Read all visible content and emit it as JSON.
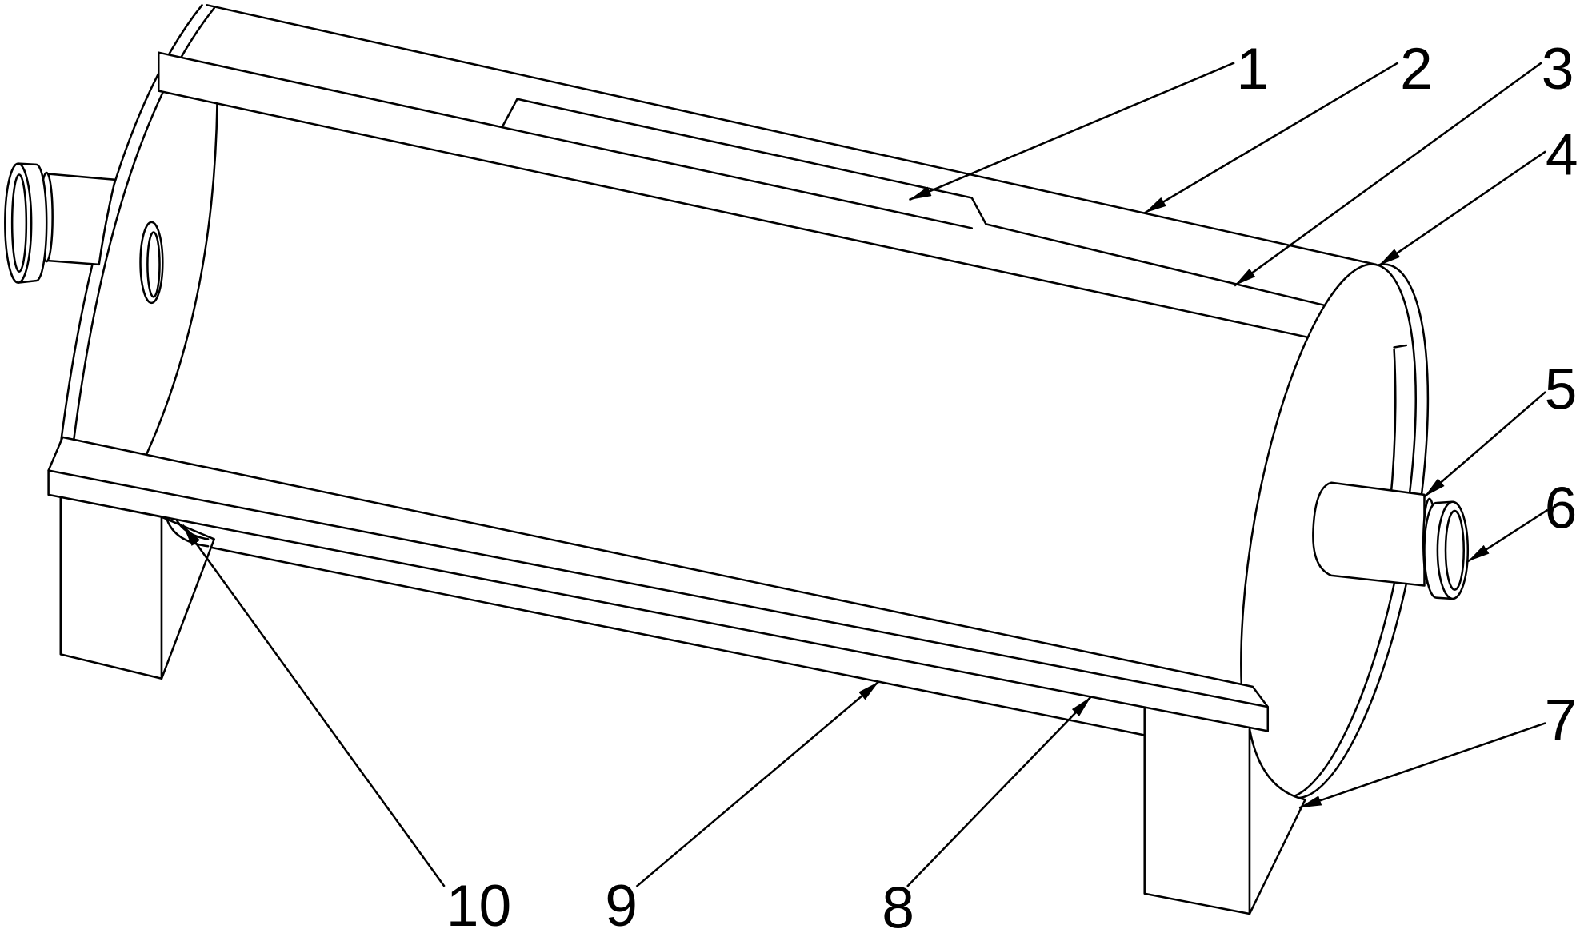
{
  "colors": {
    "ink": "#000000",
    "paper": "#ffffff"
  },
  "callouts": [
    {
      "label": "1"
    },
    {
      "label": "2"
    },
    {
      "label": "3"
    },
    {
      "label": "4"
    },
    {
      "label": "5"
    },
    {
      "label": "6"
    },
    {
      "label": "7"
    },
    {
      "label": "8"
    },
    {
      "label": "9"
    },
    {
      "label": "10"
    }
  ]
}
